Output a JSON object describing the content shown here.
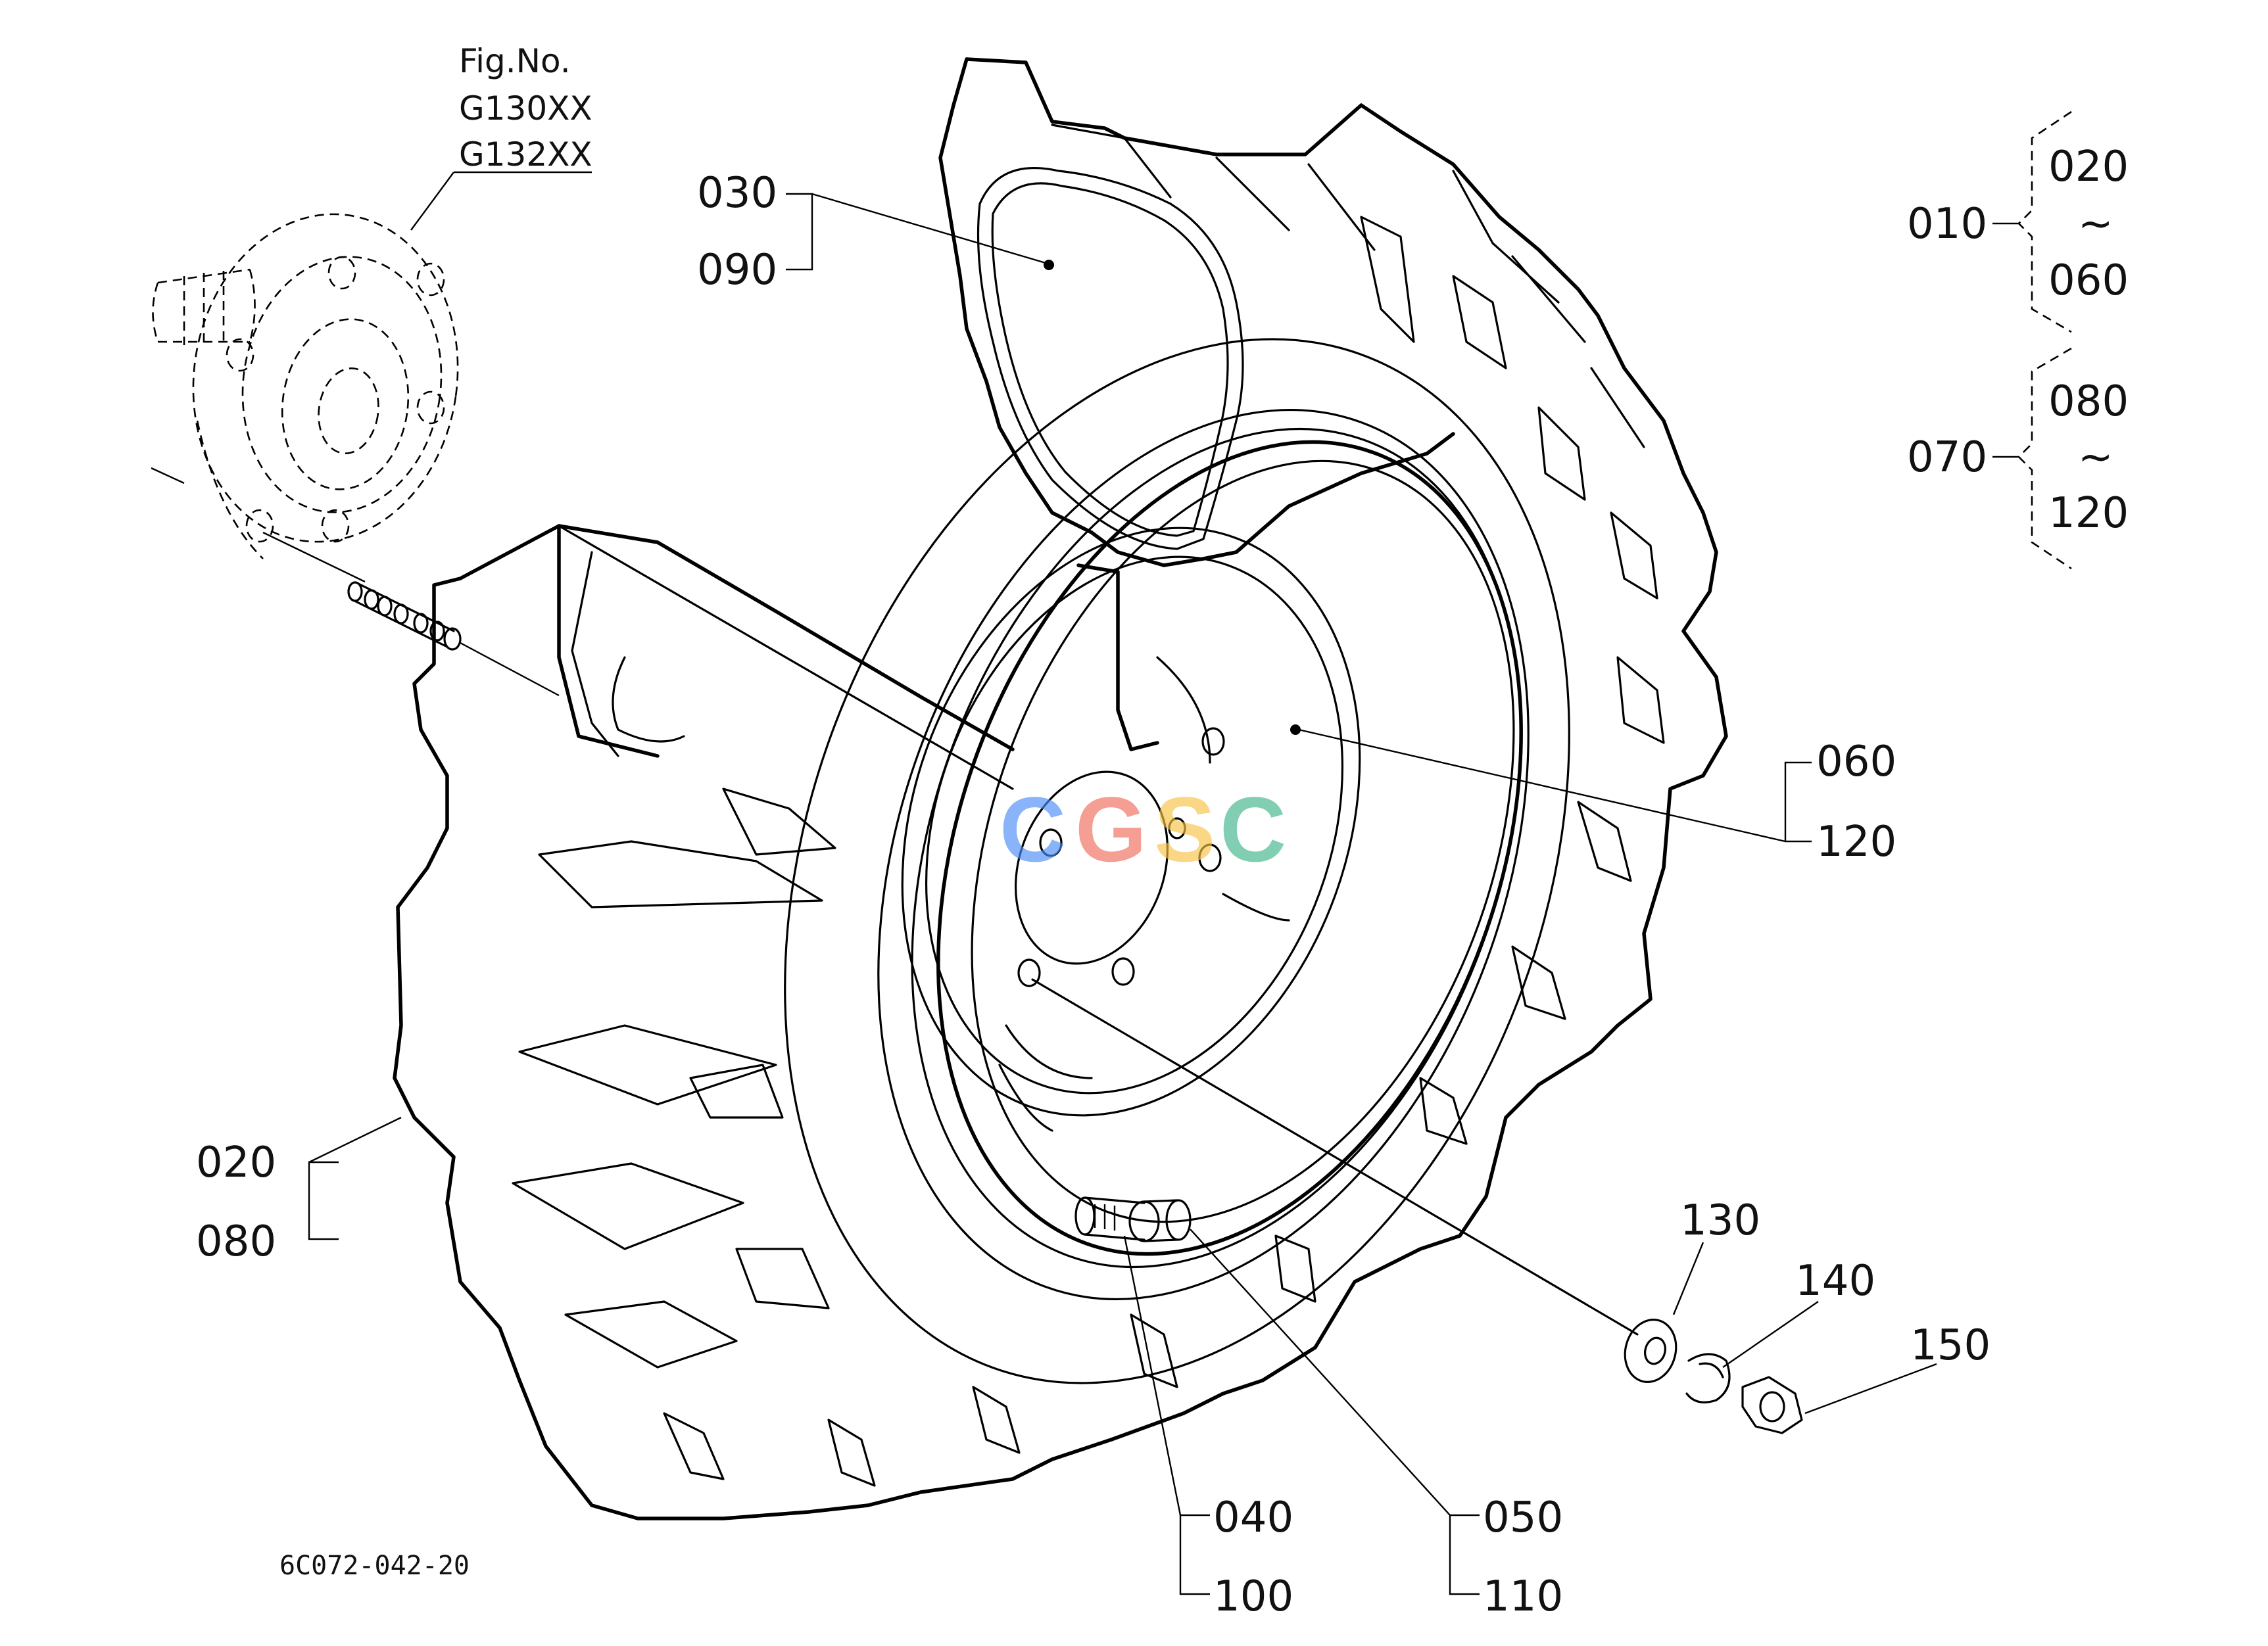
{
  "fig_ref": {
    "line1": "Fig.No.",
    "line2": "G130XX",
    "line3": "G132XX"
  },
  "drawing_code": "6C072-042-20",
  "watermark": {
    "letters": [
      "C",
      "G",
      "S",
      "C"
    ],
    "colors": [
      "#4c8df6",
      "#ef6b5c",
      "#f6c343",
      "#3fb58a"
    ]
  },
  "callouts": {
    "c030": "030",
    "c090": "090",
    "c060": "060",
    "c120": "120",
    "c020": "020",
    "c080": "080",
    "c040": "040",
    "c100": "100",
    "c050": "050",
    "c110": "110",
    "c130": "130",
    "c140": "140",
    "c150": "150"
  },
  "groups": {
    "g1_parent": "010",
    "g1_from": "020",
    "g1_to": "060",
    "g2_parent": "070",
    "g2_from": "080",
    "g2_to": "120",
    "tilde": "~"
  }
}
